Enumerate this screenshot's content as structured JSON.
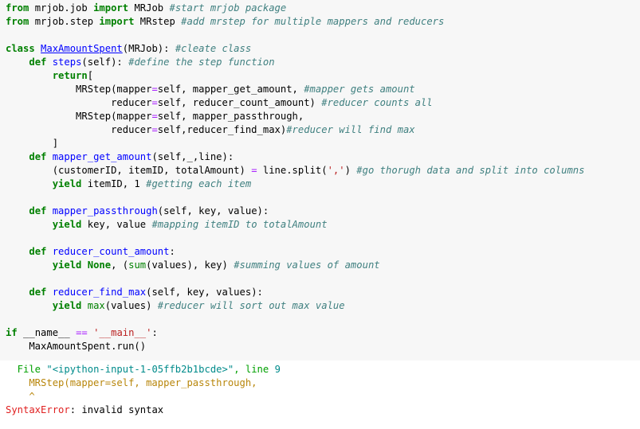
{
  "code_lines": [
    [
      {
        "t": "from",
        "c": "kw"
      },
      {
        "t": " mrjob.job ",
        "c": "nm"
      },
      {
        "t": "import",
        "c": "kw"
      },
      {
        "t": " MRJob ",
        "c": "nm"
      },
      {
        "t": "#start mrjob package",
        "c": "cm"
      }
    ],
    [
      {
        "t": "from",
        "c": "kw"
      },
      {
        "t": " mrjob.step ",
        "c": "nm"
      },
      {
        "t": "import",
        "c": "kw"
      },
      {
        "t": " MRstep ",
        "c": "nm"
      },
      {
        "t": "#add mrstep for multiple mappers and reducers",
        "c": "cm"
      }
    ],
    [],
    [
      {
        "t": "class",
        "c": "kw"
      },
      {
        "t": " ",
        "c": "nm"
      },
      {
        "t": "MaxAmountSpent",
        "c": "cls"
      },
      {
        "t": "(MRJob): ",
        "c": "nm"
      },
      {
        "t": "#cleate class",
        "c": "cm"
      }
    ],
    [
      {
        "t": "    ",
        "c": "nm"
      },
      {
        "t": "def",
        "c": "kw"
      },
      {
        "t": " ",
        "c": "nm"
      },
      {
        "t": "steps",
        "c": "fn"
      },
      {
        "t": "(self): ",
        "c": "nm"
      },
      {
        "t": "#define the step function",
        "c": "cm"
      }
    ],
    [
      {
        "t": "        ",
        "c": "nm"
      },
      {
        "t": "return",
        "c": "kw"
      },
      {
        "t": "[",
        "c": "nm"
      }
    ],
    [
      {
        "t": "            MRStep(mapper",
        "c": "nm"
      },
      {
        "t": "=",
        "c": "op"
      },
      {
        "t": "self, mapper_get_amount, ",
        "c": "nm"
      },
      {
        "t": "#mapper gets amount",
        "c": "cm"
      }
    ],
    [
      {
        "t": "                  reducer",
        "c": "nm"
      },
      {
        "t": "=",
        "c": "op"
      },
      {
        "t": "self, reducer_count_amount) ",
        "c": "nm"
      },
      {
        "t": "#reducer counts all",
        "c": "cm"
      }
    ],
    [
      {
        "t": "            MRStep(mapper",
        "c": "nm"
      },
      {
        "t": "=",
        "c": "op"
      },
      {
        "t": "self, mapper_passthrough,",
        "c": "nm"
      }
    ],
    [
      {
        "t": "                  reducer",
        "c": "nm"
      },
      {
        "t": "=",
        "c": "op"
      },
      {
        "t": "self,reducer_find_max)",
        "c": "nm"
      },
      {
        "t": "#reducer will find max",
        "c": "cm"
      }
    ],
    [
      {
        "t": "        ]",
        "c": "nm"
      }
    ],
    [
      {
        "t": "    ",
        "c": "nm"
      },
      {
        "t": "def",
        "c": "kw"
      },
      {
        "t": " ",
        "c": "nm"
      },
      {
        "t": "mapper_get_amount",
        "c": "fn"
      },
      {
        "t": "(self,_,line):",
        "c": "nm"
      }
    ],
    [
      {
        "t": "        (customerID, itemID, totalAmount) ",
        "c": "nm"
      },
      {
        "t": "=",
        "c": "op"
      },
      {
        "t": " line.split(",
        "c": "nm"
      },
      {
        "t": "','",
        "c": "st"
      },
      {
        "t": ") ",
        "c": "nm"
      },
      {
        "t": "#go thorugh data and split into columns",
        "c": "cm"
      }
    ],
    [
      {
        "t": "        ",
        "c": "nm"
      },
      {
        "t": "yield",
        "c": "kw"
      },
      {
        "t": " itemID, 1 ",
        "c": "nm"
      },
      {
        "t": "#getting each item",
        "c": "cm"
      }
    ],
    [],
    [
      {
        "t": "    ",
        "c": "nm"
      },
      {
        "t": "def",
        "c": "kw"
      },
      {
        "t": " ",
        "c": "nm"
      },
      {
        "t": "mapper_passthrough",
        "c": "fn"
      },
      {
        "t": "(self, key, value):",
        "c": "nm"
      }
    ],
    [
      {
        "t": "        ",
        "c": "nm"
      },
      {
        "t": "yield",
        "c": "kw"
      },
      {
        "t": " key, value ",
        "c": "nm"
      },
      {
        "t": "#mapping itemID to totalAmount",
        "c": "cm"
      }
    ],
    [],
    [
      {
        "t": "    ",
        "c": "nm"
      },
      {
        "t": "def",
        "c": "kw"
      },
      {
        "t": " ",
        "c": "nm"
      },
      {
        "t": "reducer_count_amount",
        "c": "fn"
      },
      {
        "t": ":",
        "c": "nm"
      }
    ],
    [
      {
        "t": "        ",
        "c": "nm"
      },
      {
        "t": "yield",
        "c": "kw"
      },
      {
        "t": " ",
        "c": "nm"
      },
      {
        "t": "None",
        "c": "kw"
      },
      {
        "t": ", (",
        "c": "nm"
      },
      {
        "t": "sum",
        "c": "bi"
      },
      {
        "t": "(values), key) ",
        "c": "nm"
      },
      {
        "t": "#summing values of amount",
        "c": "cm"
      }
    ],
    [],
    [
      {
        "t": "    ",
        "c": "nm"
      },
      {
        "t": "def",
        "c": "kw"
      },
      {
        "t": " ",
        "c": "nm"
      },
      {
        "t": "reducer_find_max",
        "c": "fn"
      },
      {
        "t": "(self, key, values):",
        "c": "nm"
      }
    ],
    [
      {
        "t": "        ",
        "c": "nm"
      },
      {
        "t": "yield",
        "c": "kw"
      },
      {
        "t": " ",
        "c": "nm"
      },
      {
        "t": "max",
        "c": "bi"
      },
      {
        "t": "(values) ",
        "c": "nm"
      },
      {
        "t": "#reducer will sort out max value",
        "c": "cm"
      }
    ],
    [],
    [
      {
        "t": "if",
        "c": "kw"
      },
      {
        "t": " __name__ ",
        "c": "nm"
      },
      {
        "t": "==",
        "c": "op"
      },
      {
        "t": " ",
        "c": "nm"
      },
      {
        "t": "'__main__'",
        "c": "st"
      },
      {
        "t": ":",
        "c": "nm"
      }
    ],
    [
      {
        "t": "    MaxAmountSpent.run()",
        "c": "nm"
      }
    ]
  ],
  "error": {
    "file_prefix": "  File ",
    "file_name": "\"<ipython-input-1-05ffb2b1bcde>\"",
    "line_sep": ", line ",
    "line_number": "9",
    "source_line": "    MRStep(mapper=self, mapper_passthrough,",
    "caret_line": "    ^",
    "error_type": "SyntaxError",
    "error_sep": ": ",
    "error_message": "invalid syntax"
  },
  "colors": {
    "cell_background": "#f7f7f7",
    "keyword": "#008000",
    "comment": "#408080",
    "function_name": "#0000ff",
    "string": "#ba2121",
    "operator": "#aa22ff",
    "error_red": "#e02020",
    "traceback_file": "#00a000",
    "traceback_source": "#b8860b"
  }
}
